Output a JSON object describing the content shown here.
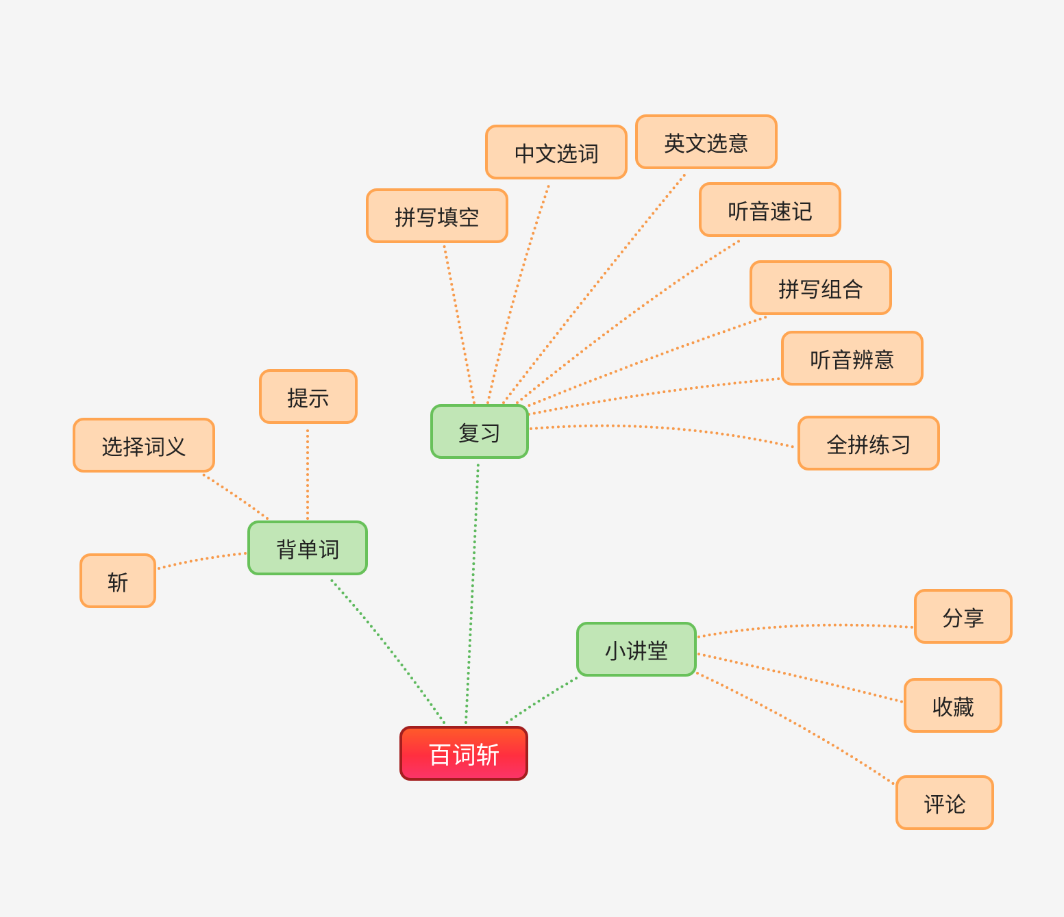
{
  "root": {
    "id": "root",
    "label": "百词斩"
  },
  "branches": [
    {
      "id": "b1",
      "label": "背单词",
      "children": [
        {
          "id": "c_tishi",
          "label": "提示"
        },
        {
          "id": "c_xzcy",
          "label": "选择词义"
        },
        {
          "id": "c_zhan",
          "label": "斩"
        }
      ]
    },
    {
      "id": "b2",
      "label": "复习",
      "children": [
        {
          "id": "c_pxtk",
          "label": "拼写填空"
        },
        {
          "id": "c_zwxc",
          "label": "中文选词"
        },
        {
          "id": "c_ywxy",
          "label": "英文选意"
        },
        {
          "id": "c_tysj",
          "label": "听音速记"
        },
        {
          "id": "c_pxzh",
          "label": "拼写组合"
        },
        {
          "id": "c_tybz",
          "label": "听音辨意"
        },
        {
          "id": "c_qplx",
          "label": "全拼练习"
        }
      ]
    },
    {
      "id": "b3",
      "label": "小讲堂",
      "children": [
        {
          "id": "c_fx",
          "label": "分享"
        },
        {
          "id": "c_sc",
          "label": "收藏"
        },
        {
          "id": "c_pl",
          "label": "评论"
        }
      ]
    }
  ],
  "colors": {
    "root_edge": "#5cb85c",
    "leaf_edge": "#f79a4b"
  }
}
